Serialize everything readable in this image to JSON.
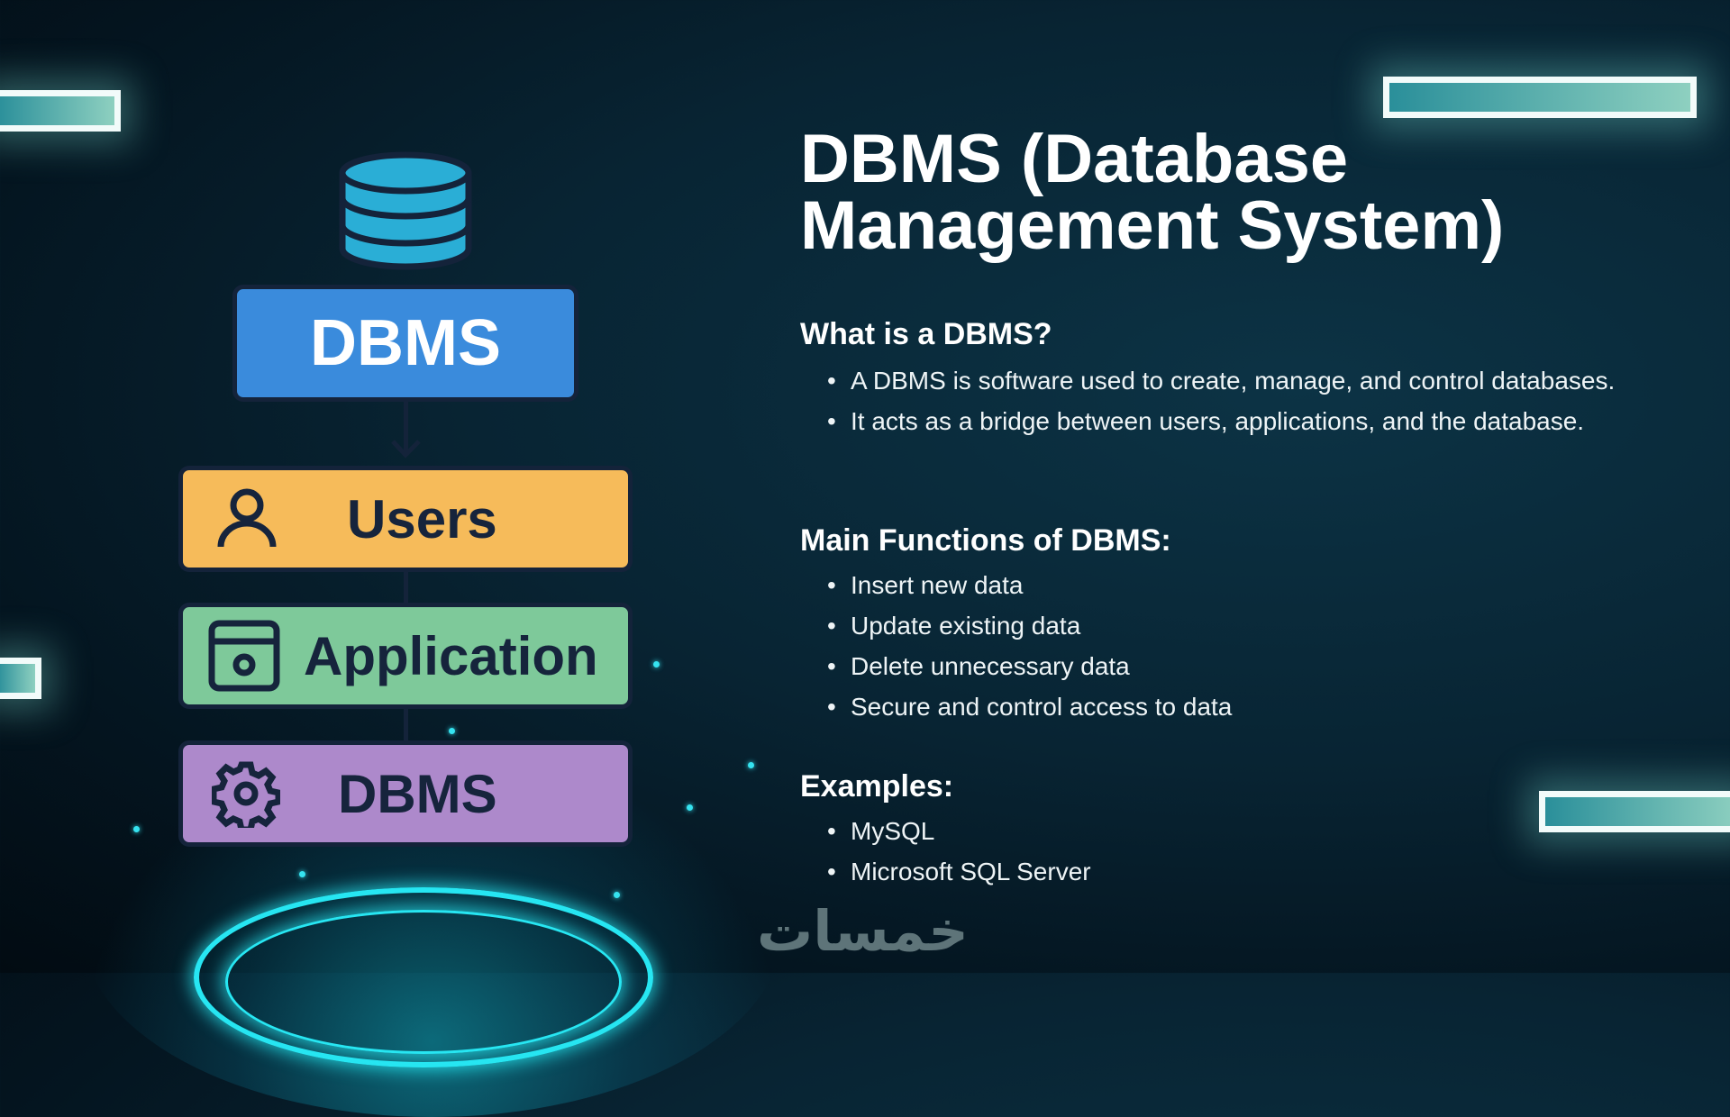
{
  "diagram": {
    "top_box": "DBMS",
    "layers": [
      {
        "label": "Users",
        "icon": "user-icon",
        "color": "#f6bb5a"
      },
      {
        "label": "Application",
        "icon": "app-window-icon",
        "color": "#7ec99a"
      },
      {
        "label": "DBMS",
        "icon": "gear-icon",
        "color": "#ad89cb"
      }
    ],
    "top_color": "#3a8bdc"
  },
  "title": "DBMS (Database Management System)",
  "sections": [
    {
      "heading": "What is a DBMS?",
      "items": [
        "A DBMS is software used to create, manage, and control databases.",
        "It acts as a bridge between users, applications, and the database."
      ]
    },
    {
      "heading": "Main Functions of DBMS:",
      "items": [
        "Insert new data",
        "Update existing data",
        "Delete unnecessary data",
        "Secure and control access to data"
      ]
    },
    {
      "heading": "Examples:",
      "items": [
        "MySQL",
        "Microsoft SQL Server"
      ]
    }
  ],
  "watermark": "خمسات"
}
